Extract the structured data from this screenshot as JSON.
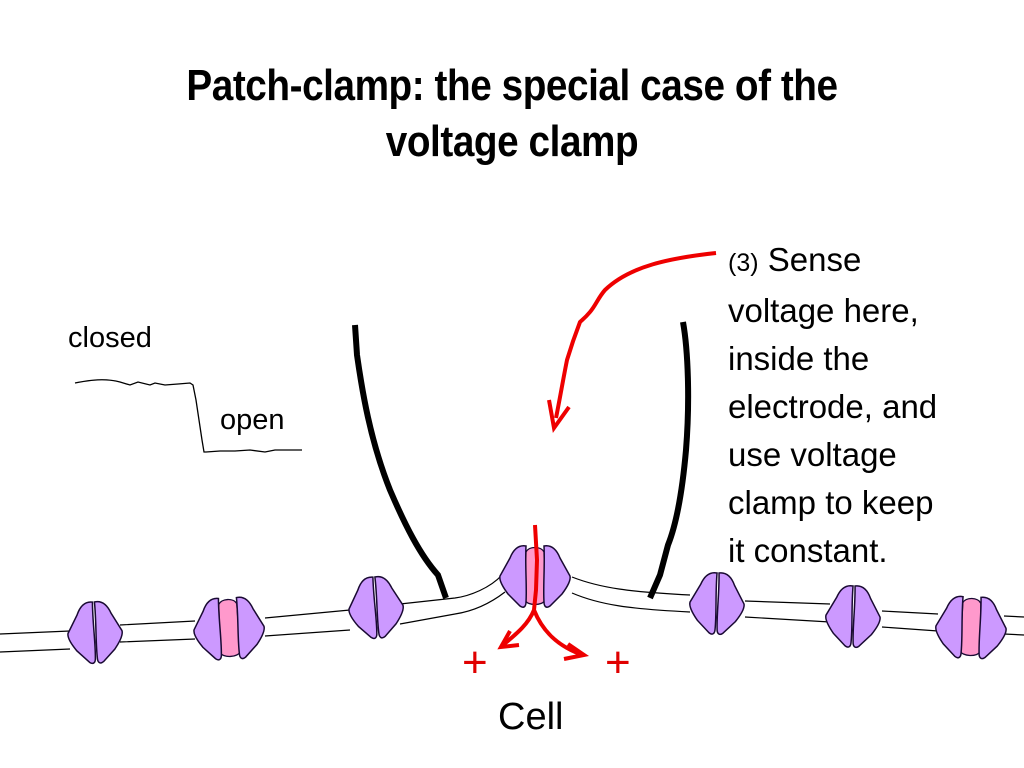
{
  "title": {
    "line1": "Patch-clamp: the special case of the",
    "line2": "voltage clamp"
  },
  "trace": {
    "closed_label": "closed",
    "open_label": "open"
  },
  "annotation": {
    "step_number": "(3)",
    "lines": [
      "Sense",
      "voltage here,",
      "inside the",
      "electrode, and",
      "use voltage",
      "clamp to keep",
      "it constant."
    ]
  },
  "charges": {
    "left": "+",
    "right": "+"
  },
  "cell_label": "Cell",
  "colors": {
    "channel_subunit": "#cc99ff",
    "channel_pore": "#ff99cc",
    "arrow": "#ee0000",
    "electrode": "#000000",
    "membrane": "#000000"
  },
  "channels": [
    {
      "id": "ch1",
      "state": "closed"
    },
    {
      "id": "ch2",
      "state": "open"
    },
    {
      "id": "ch3",
      "state": "closed"
    },
    {
      "id": "ch4",
      "state": "open",
      "in_patch": true
    },
    {
      "id": "ch5",
      "state": "closed"
    },
    {
      "id": "ch6",
      "state": "closed"
    },
    {
      "id": "ch7",
      "state": "open"
    }
  ]
}
